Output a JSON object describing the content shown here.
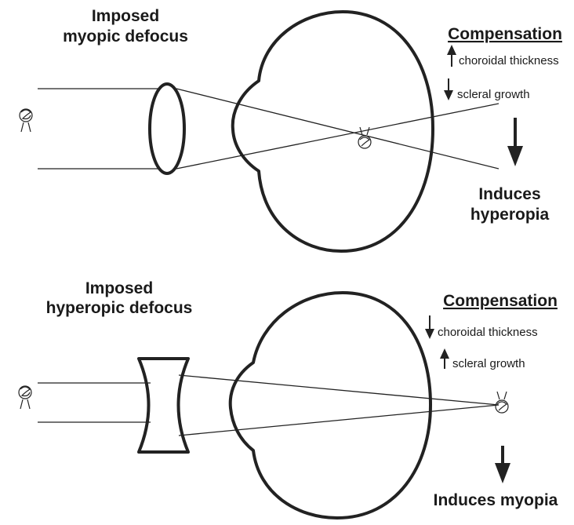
{
  "top_panel": {
    "title_line1": "Imposed",
    "title_line2": "myopic defocus",
    "compensation_heading": "Compensation",
    "comp_item1": "choroidal thickness",
    "comp_item1_direction": "up",
    "comp_item2": "scleral growth",
    "comp_item2_direction": "down",
    "result_line1": "Induces",
    "result_line2": "hyperopia"
  },
  "bottom_panel": {
    "title_line1": "Imposed",
    "title_line2": "hyperopic defocus",
    "compensation_heading": "Compensation",
    "comp_item1": "choroidal thickness",
    "comp_item1_direction": "down",
    "comp_item2": "scleral growth",
    "comp_item2_direction": "up",
    "result_line1": "Induces myopia"
  },
  "colors": {
    "ink": "#222222",
    "background": "#ffffff"
  }
}
